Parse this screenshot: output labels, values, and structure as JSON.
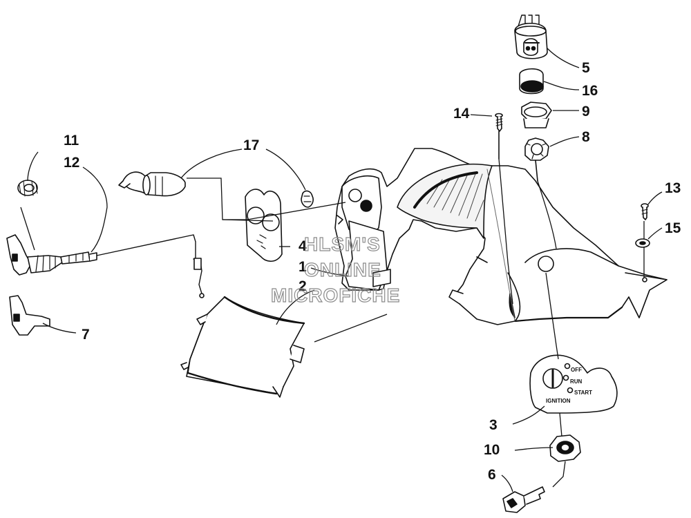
{
  "callouts": {
    "c1": "1",
    "c2": "2",
    "c3": "3",
    "c4": "4",
    "c5": "5",
    "c6": "6",
    "c7": "7",
    "c8": "8",
    "c9": "9",
    "c10": "10",
    "c11": "11",
    "c12": "12",
    "c13": "13",
    "c14": "14",
    "c15": "15",
    "c16": "16",
    "c17": "17"
  },
  "ignition_plate": {
    "off": "OFF",
    "run": "RUN",
    "start": "START",
    "label": "IGNITION"
  },
  "watermark": {
    "line1": "HLSM'S",
    "line2": "ONLINE",
    "line3": "MICROFICHE"
  },
  "colors": {
    "ink": "#111111",
    "shade": "#4a4a4a",
    "watermark": "#8a8a8a"
  }
}
